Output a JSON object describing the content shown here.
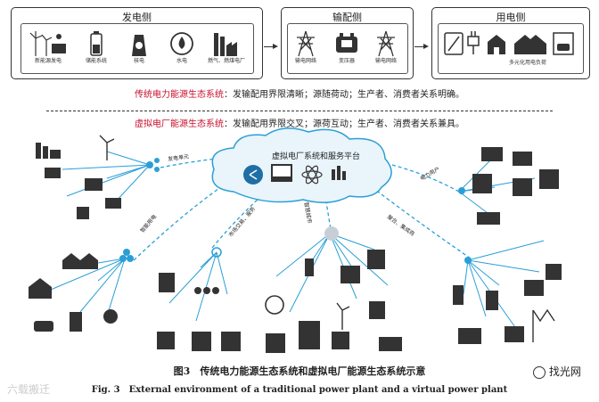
{
  "top_panels": {
    "generation": {
      "title": "发电侧",
      "items": [
        "新能源发电",
        "储能系统",
        "核电",
        "水电",
        "燃气、燃煤电厂"
      ]
    },
    "grid": {
      "title": "输配侧",
      "items": [
        "输电网络",
        "变压器",
        "输电网络"
      ]
    },
    "consumption": {
      "title": "用电侧",
      "items": [
        "多元化用电负荷"
      ]
    }
  },
  "traditional_line": {
    "label": "传统电力能源生态系统",
    "text": "：发输配用界限清晰；源随荷动；生产者、消费者关系明确。"
  },
  "virtual_line": {
    "label": "虚拟电厂能源生态系统",
    "text": "：发输配用界限交叉；源荷互动；生产者、消费者关系兼具。"
  },
  "cloud_title": "虚拟电厂系统和服务平台",
  "link_labels": {
    "generation_unit": "发电单元",
    "power_user": "电力用户",
    "smart_electricity": "智能用电",
    "market_service": "市场交易、服务",
    "smart_city": "智慧城市",
    "settlement": "聚合、集成商"
  },
  "caption_cn": "图3　传统电力能源生态系统和虚拟电厂能源生态系统示意",
  "caption_en": "Fig. 3　External environment of a traditional power plant and a virtual power plant",
  "watermark_left": "六载搬迁",
  "watermark_right": "找光网",
  "colors": {
    "red": "#c8102e",
    "cyan_link": "#2a9fd6",
    "dark": "#333333"
  }
}
